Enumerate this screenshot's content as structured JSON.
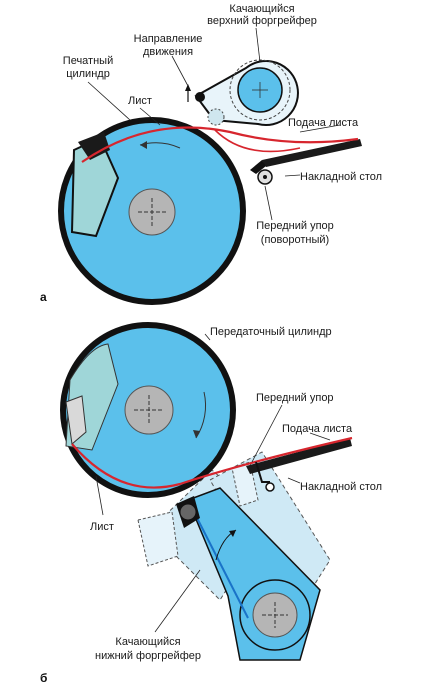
{
  "diagram_a": {
    "panel_label": "а",
    "upper_gripper_line1": "Качающийся",
    "upper_gripper_line2": "верхний форгрейфер",
    "motion_dir_line1": "Направление",
    "motion_dir_line2": "движения",
    "print_cyl_line1": "Печатный",
    "print_cyl_line2": "цилиндр",
    "sheet": "Лист",
    "feed": "Подача листа",
    "feed_table": "Накладной стол",
    "front_lay_line1": "Передний упор",
    "front_lay_line2": "(поворотный)"
  },
  "diagram_b": {
    "panel_label": "б",
    "transfer_cyl": "Передаточный цилиндр",
    "front_lay": "Передний упор",
    "feed": "Подача листа",
    "feed_table": "Накладной стол",
    "sheet": "Лист",
    "lower_gripper_line1": "Качающийся",
    "lower_gripper_line2": "нижний форгрейфер"
  },
  "colors": {
    "cylinder": "#5bc0eb",
    "cylinder_light": "#b9e2f3",
    "segment": "#9fd6d8",
    "hub": "#b5b5b5",
    "sheet": "#d7262e",
    "outline": "#111111"
  }
}
